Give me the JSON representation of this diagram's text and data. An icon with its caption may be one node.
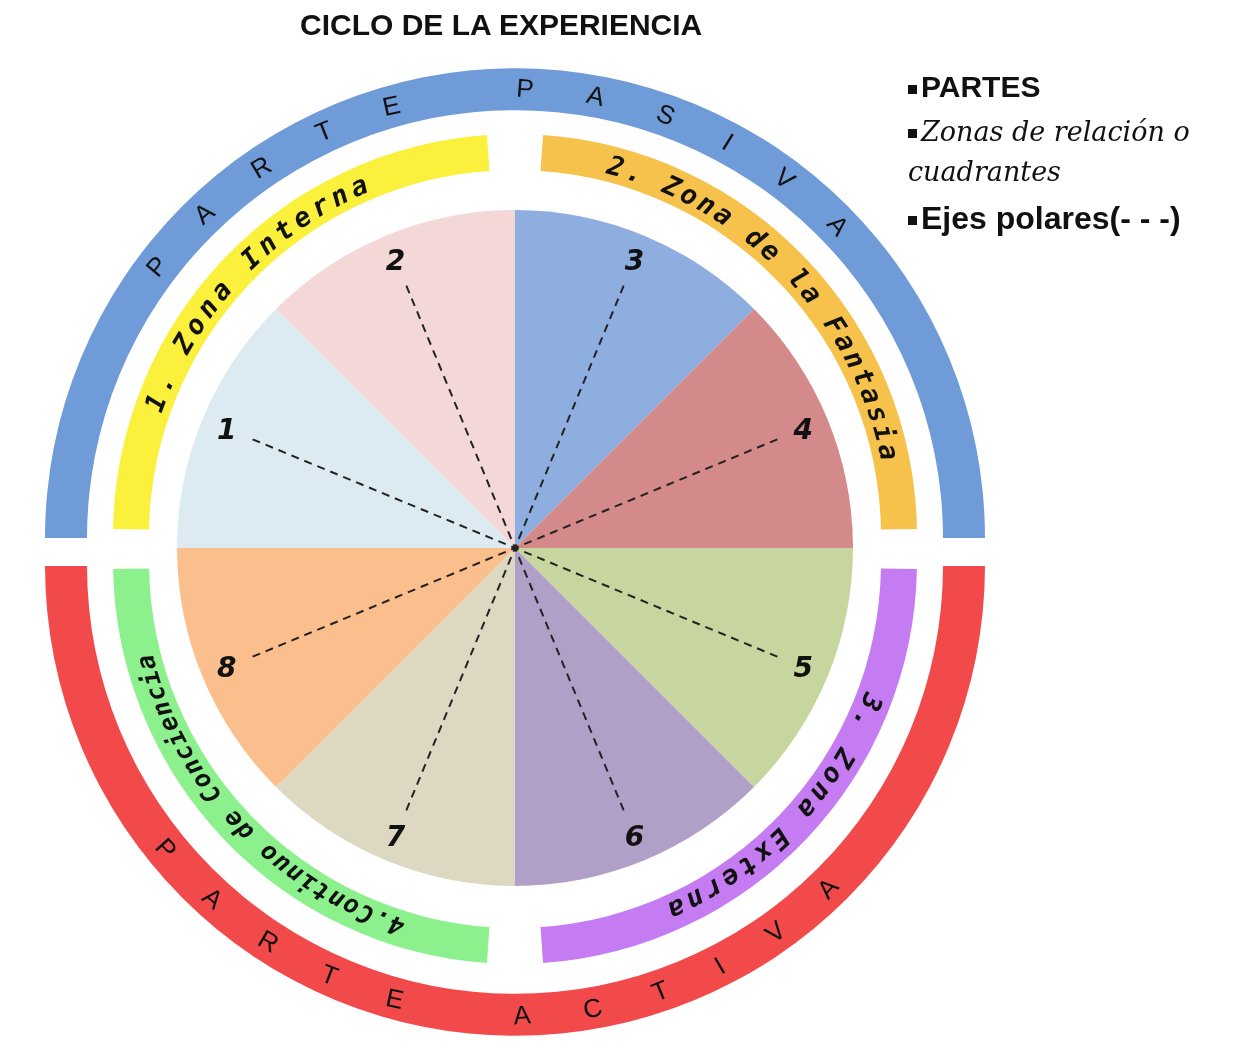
{
  "diagram": {
    "title": "CICLO DE LA EXPERIENCIA",
    "nodes": [
      {
        "text": [
          "PARTE PASIVA"
        ]
      },
      {
        "text": [
          "PARTE ACTIVA"
        ]
      },
      {
        "text": [
          "1. Zona Interna"
        ]
      },
      {
        "text": [
          "2. Zona de la Fantasia"
        ]
      },
      {
        "text": [
          "3. Zona Externa"
        ]
      },
      {
        "text": [
          "4.Continuo de Conciencia"
        ]
      },
      {
        "text": [
          "1"
        ]
      },
      {
        "text": [
          "2"
        ]
      },
      {
        "text": [
          "3"
        ]
      },
      {
        "text": [
          "4"
        ]
      },
      {
        "text": [
          "5"
        ]
      },
      {
        "text": [
          "6"
        ]
      },
      {
        "text": [
          "7"
        ]
      },
      {
        "text": [
          "8"
        ]
      }
    ],
    "edges": [
      {
        "from": 6,
        "to": 10,
        "arrow": "none",
        "style": "dashed"
      },
      {
        "from": 7,
        "to": 11,
        "arrow": "none",
        "style": "dashed"
      },
      {
        "from": 8,
        "to": 12,
        "arrow": "none",
        "style": "dashed"
      },
      {
        "from": 9,
        "to": 13,
        "arrow": "none",
        "style": "dashed"
      }
    ],
    "labels": [
      "PARTES",
      "Zonas de relación o cuadrantes",
      "Ejes polares(- - -)"
    ]
  }
}
